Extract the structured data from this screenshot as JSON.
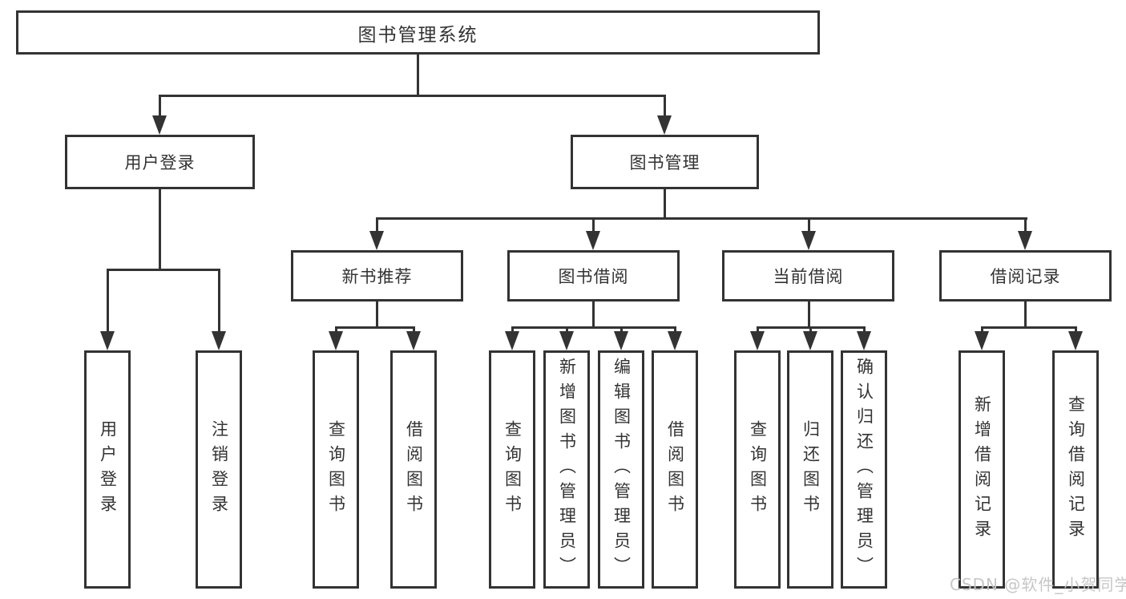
{
  "diagram": {
    "root": {
      "label": "图书管理系统"
    },
    "branches": [
      {
        "label": "用户登录",
        "children": [
          "用户登录",
          "注销登录"
        ]
      },
      {
        "label": "图书管理",
        "sections": [
          {
            "label": "新书推荐",
            "children": [
              "查询图书",
              "借阅图书"
            ]
          },
          {
            "label": "图书借阅",
            "children": [
              "查询图书",
              "新增图书（管理员）",
              "编辑图书（管理员）",
              "借阅图书"
            ]
          },
          {
            "label": "当前借阅",
            "children": [
              "查询图书",
              "归还图书",
              "确认归还（管理员）"
            ]
          },
          {
            "label": "借阅记录",
            "children": [
              "新增借阅记录",
              "查询借阅记录"
            ]
          }
        ]
      }
    ]
  },
  "watermark": {
    "text": "CSDN @软件_小贺同学"
  },
  "colors": {
    "line": "#333333",
    "text": "#333333",
    "background": "#ffffff",
    "watermark": "#c4c4c4"
  }
}
